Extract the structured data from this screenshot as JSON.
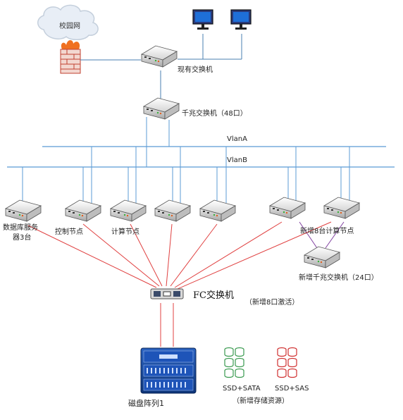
{
  "campus_network_label": "校园网",
  "existing_switch_label": "现有交换机",
  "gigabit_switch_label": "千兆交换机（48口）",
  "vlan_a_label": "VlanA",
  "vlan_b_label": "VlanB",
  "db_server_label_line1": "数据库服务",
  "db_server_label_line2": "器3台",
  "control_node_label": "控制节点",
  "compute_node_label": "计算节点",
  "new_compute_nodes_label": "新增8台计算节点",
  "new_gigabit_switch_label": "新增千兆交换机（24口）",
  "fc_switch_label": "FC交换机",
  "fc_ports_label": "（新增8口激活）",
  "disk_array_label": "磁盘阵列1",
  "ssd_sata_label": "SSD+SATA",
  "ssd_sas_label": "SSD+SAS",
  "new_storage_label": "（新增存储资源）",
  "colors": {
    "vlan_line": "#5b9bd5",
    "uplink_line": "#4a7fb0",
    "fc_line": "#e04040",
    "new_switch_line": "#8040a0",
    "storage_green": "#3a9a50",
    "storage_red": "#d03030",
    "array_blue": "#1a4fa0"
  }
}
